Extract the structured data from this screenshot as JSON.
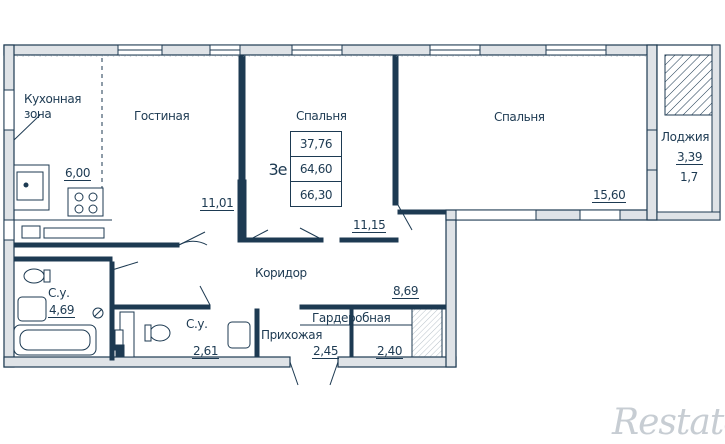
{
  "plan": {
    "rooms": {
      "kitchen": {
        "name": "Кухонная\nзона",
        "area": "6,00"
      },
      "living": {
        "name": "Гостиная",
        "area": "11,01"
      },
      "bedroom1": {
        "name": "Спальня",
        "area": "11,15"
      },
      "bedroom2": {
        "name": "Спальня",
        "area": "15,60"
      },
      "loggia": {
        "name": "Лоджия",
        "area": "3,39",
        "area_coef": "1,7"
      },
      "corridor": {
        "name": "Коридор",
        "area": "8,69"
      },
      "bathroom1": {
        "name": "С.у.",
        "area": "4,69"
      },
      "bathroom2": {
        "name": "С.у.",
        "area": "2,61"
      },
      "hall": {
        "name": "Прихожая",
        "area": "2,45"
      },
      "wardrobe": {
        "name": "Гардеробная",
        "area": "2,40"
      }
    },
    "summary": {
      "type": "3е",
      "living_area": "37,76",
      "total_area": "64,60",
      "total_with_loggia": "66,30"
    },
    "colors": {
      "wall": "#1d3a52",
      "wall_fill": "#dfe3e7",
      "watermark": "#c7cdd3"
    }
  },
  "watermark": {
    "text": "Restate"
  }
}
